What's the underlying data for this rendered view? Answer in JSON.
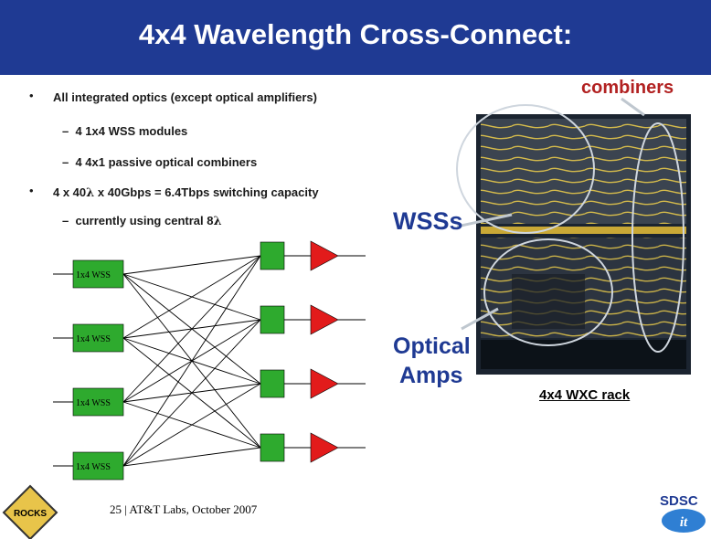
{
  "title": "4x4 Wavelength Cross-Connect:",
  "bullets": {
    "b1": "All integrated optics (except optical amplifiers)",
    "b1_sub1": "4 1x4 WSS modules",
    "b1_sub2": "4 4x1 passive optical combiners",
    "b2_prefix": "4 x 40",
    "b2_suffix": " x 40Gbps = 6.4Tbps switching capacity",
    "b2_sub1_prefix": "currently using central 8",
    "lambda": "λ",
    "dash": "–",
    "dot": "•"
  },
  "diagram": {
    "wss_label": "1x4 WSS",
    "wss_count": 4,
    "combiner_count": 4,
    "amp_count": 4
  },
  "photo_labels": {
    "combiners": "combiners",
    "wsss": "WSSs",
    "optical": "Optical",
    "amps": "Amps",
    "rack": "4x4 WXC rack"
  },
  "footer": "25 | AT&T Labs, October 2007",
  "logos": {
    "rocks": "ROCKS",
    "sdsc": "SDSC",
    "it": "it"
  },
  "colors": {
    "title_bar": "#1f3a93",
    "label_red": "#b22222",
    "wss_green": "#2eaa2e",
    "amp_red": "#e21b1b",
    "label_blue": "#1f3a93"
  }
}
